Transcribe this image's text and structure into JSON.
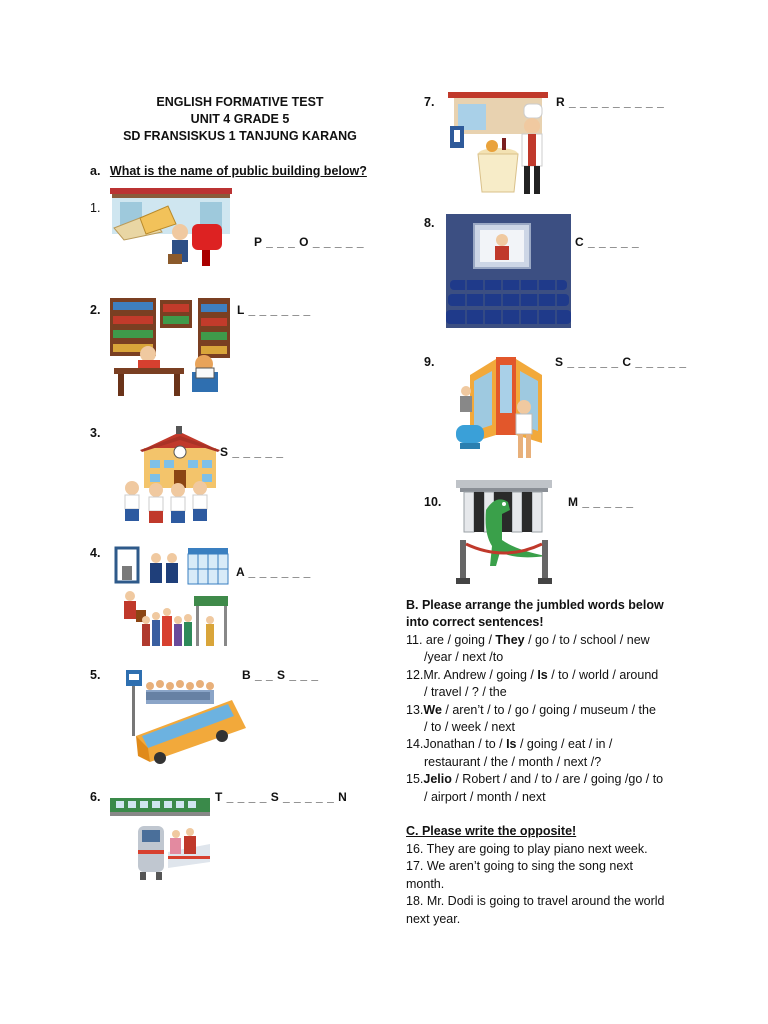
{
  "header": {
    "line1": "ENGLISH FORMATIVE TEST",
    "line2": "UNIT 4 GRADE 5",
    "line3": "SD FRANSISKUS 1 TANJUNG KARANG"
  },
  "sectionA": {
    "letter": "a.",
    "title": "What is the name of public building below?",
    "items": [
      {
        "num": "1.",
        "answer": "P _ _ _ O _ _ _ _ _"
      },
      {
        "num": "2.",
        "answer": "L _ _ _ _ _ _"
      },
      {
        "num": "3.",
        "answer": "S _ _ _ _ _"
      },
      {
        "num": "4.",
        "answer": "A _ _ _ _ _ _"
      },
      {
        "num": "5.",
        "answer": "B _ _ S _ _ _"
      },
      {
        "num": "6.",
        "answer": "T _ _ _ _ S _ _ _ _ _ N"
      },
      {
        "num": "7.",
        "answer": "R _ _ _ _ _ _ _ _ _"
      },
      {
        "num": "8.",
        "answer": "C _ _ _ _ _"
      },
      {
        "num": "9.",
        "answer": "S _ _ _ _ _ C _ _ _ _ _"
      },
      {
        "num": "10.",
        "answer": "M _ _ _ _ _"
      }
    ]
  },
  "sectionB": {
    "title_line1": "B. Please arrange the jumbled words below",
    "title_line2": "into correct sentences!",
    "s11": {
      "pre": "11. are / going / ",
      "bold": "They",
      "post": " / go / to / school / new",
      "line2": "/year / next /to"
    },
    "s12": {
      "pre": "12.Mr. Andrew / going / ",
      "bold": "Is",
      "post": " / to / world / around",
      "line2": "/ travel / ? /  the"
    },
    "s13": {
      "pre": "13.",
      "bold": "We",
      "post": " / aren’t / to / go / going / museum / the",
      "line2": "/ to / week / next"
    },
    "s14": {
      "pre": "14.Jonathan / to / ",
      "bold": "Is",
      "post": " / going / eat / in /",
      "line2": "restaurant / the / month / next /?"
    },
    "s15": {
      "pre": "15.",
      "bold": "Jelio",
      "post": " / Robert / and / to / are / going /go / to",
      "line2": "/ airport / month / next"
    }
  },
  "sectionC": {
    "title": "C. Please write the opposite!",
    "s16": "16. They are going to play piano next week.",
    "s17a": "17.  We aren’t going to sing the song next",
    "s17b": "month.",
    "s18a": "18. Mr. Dodi is going to travel around the world",
    "s18b": "next year."
  }
}
